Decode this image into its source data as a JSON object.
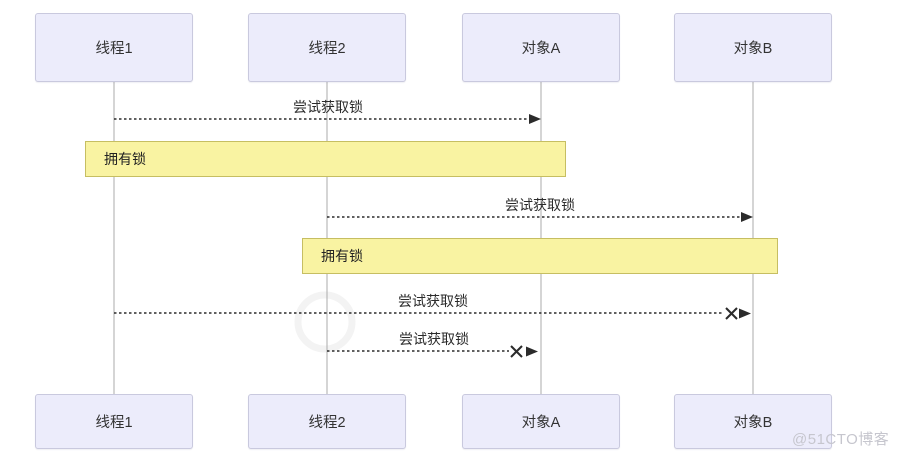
{
  "diagram": {
    "type": "sequence",
    "participants": [
      {
        "id": "thread1",
        "label": "线程1"
      },
      {
        "id": "thread2",
        "label": "线程2"
      },
      {
        "id": "objectA",
        "label": "对象A"
      },
      {
        "id": "objectB",
        "label": "对象B"
      }
    ],
    "messages": [
      {
        "from": "线程1",
        "to": "对象A",
        "label": "尝试获取锁",
        "line": "dashed",
        "outcome": "delivered"
      },
      {
        "from": "线程2",
        "to": "对象B",
        "label": "尝试获取锁",
        "line": "dashed",
        "outcome": "delivered"
      },
      {
        "from": "线程1",
        "to": "对象B",
        "label": "尝试获取锁",
        "line": "dashed",
        "outcome": "failed"
      },
      {
        "from": "线程2",
        "to": "对象A",
        "label": "尝试获取锁",
        "line": "dashed",
        "outcome": "failed"
      }
    ],
    "notes": [
      {
        "label": "拥有锁",
        "over": [
          "线程1",
          "对象A"
        ]
      },
      {
        "label": "拥有锁",
        "over": [
          "线程2",
          "对象B"
        ]
      }
    ],
    "watermark": "@51CTO博客",
    "colors": {
      "background": "#FFFFFF",
      "participant_fill": "#ECECFB",
      "participant_border": "#C9C9DE",
      "note_fill": "#F9F3A2",
      "note_border": "#C6BE62",
      "lifeline": "#ABABAB",
      "message_line": "#2B2B2B",
      "text": "#333333",
      "watermark_text": "#C6C6CE"
    }
  }
}
